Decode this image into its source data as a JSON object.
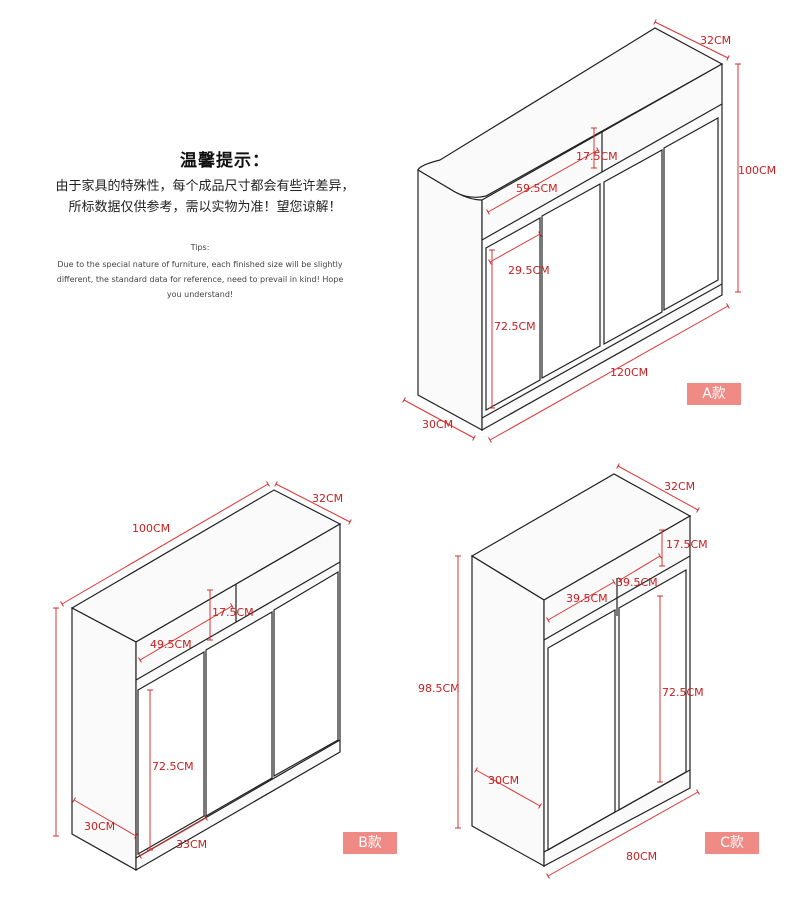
{
  "tips": {
    "title": "温馨提示：",
    "text_cn": "由于家具的特殊性，每个成品尺寸都会有些许差异，所标数据仅供参考，需以实物为准！望您谅解！",
    "label_en": "Tips:",
    "text_en": "Due to the special nature of furniture, each finished size will be slightly different, the standard data for reference, need to prevail in kind! Hope you understand!"
  },
  "models": {
    "a": {
      "badge": "A款",
      "depth_top": "32CM",
      "height": "100CM",
      "drawer_height": "17.5CM",
      "drawer_width": "59.5CM",
      "door_width": "29.5CM",
      "door_height": "72.5CM",
      "width": "120CM",
      "depth_bottom": "30CM"
    },
    "b": {
      "badge": "B款",
      "width": "100CM",
      "depth_top": "32CM",
      "drawer_height": "17.5CM",
      "drawer_width": "49.5CM",
      "door_height": "72.5CM",
      "depth_bottom": "30CM",
      "door_width": "33CM"
    },
    "c": {
      "badge": "C款",
      "depth_top": "32CM",
      "drawer_height": "17.5CM",
      "drawer_width_left": "39.5CM",
      "drawer_width_right": "39.5CM",
      "height": "98.5CM",
      "door_height": "72.5CM",
      "depth_bottom": "30CM",
      "width": "80CM"
    }
  },
  "colors": {
    "dimension": "#c62020",
    "badge": "#f08a84",
    "outline": "#222222",
    "panel": "#fafafa"
  }
}
